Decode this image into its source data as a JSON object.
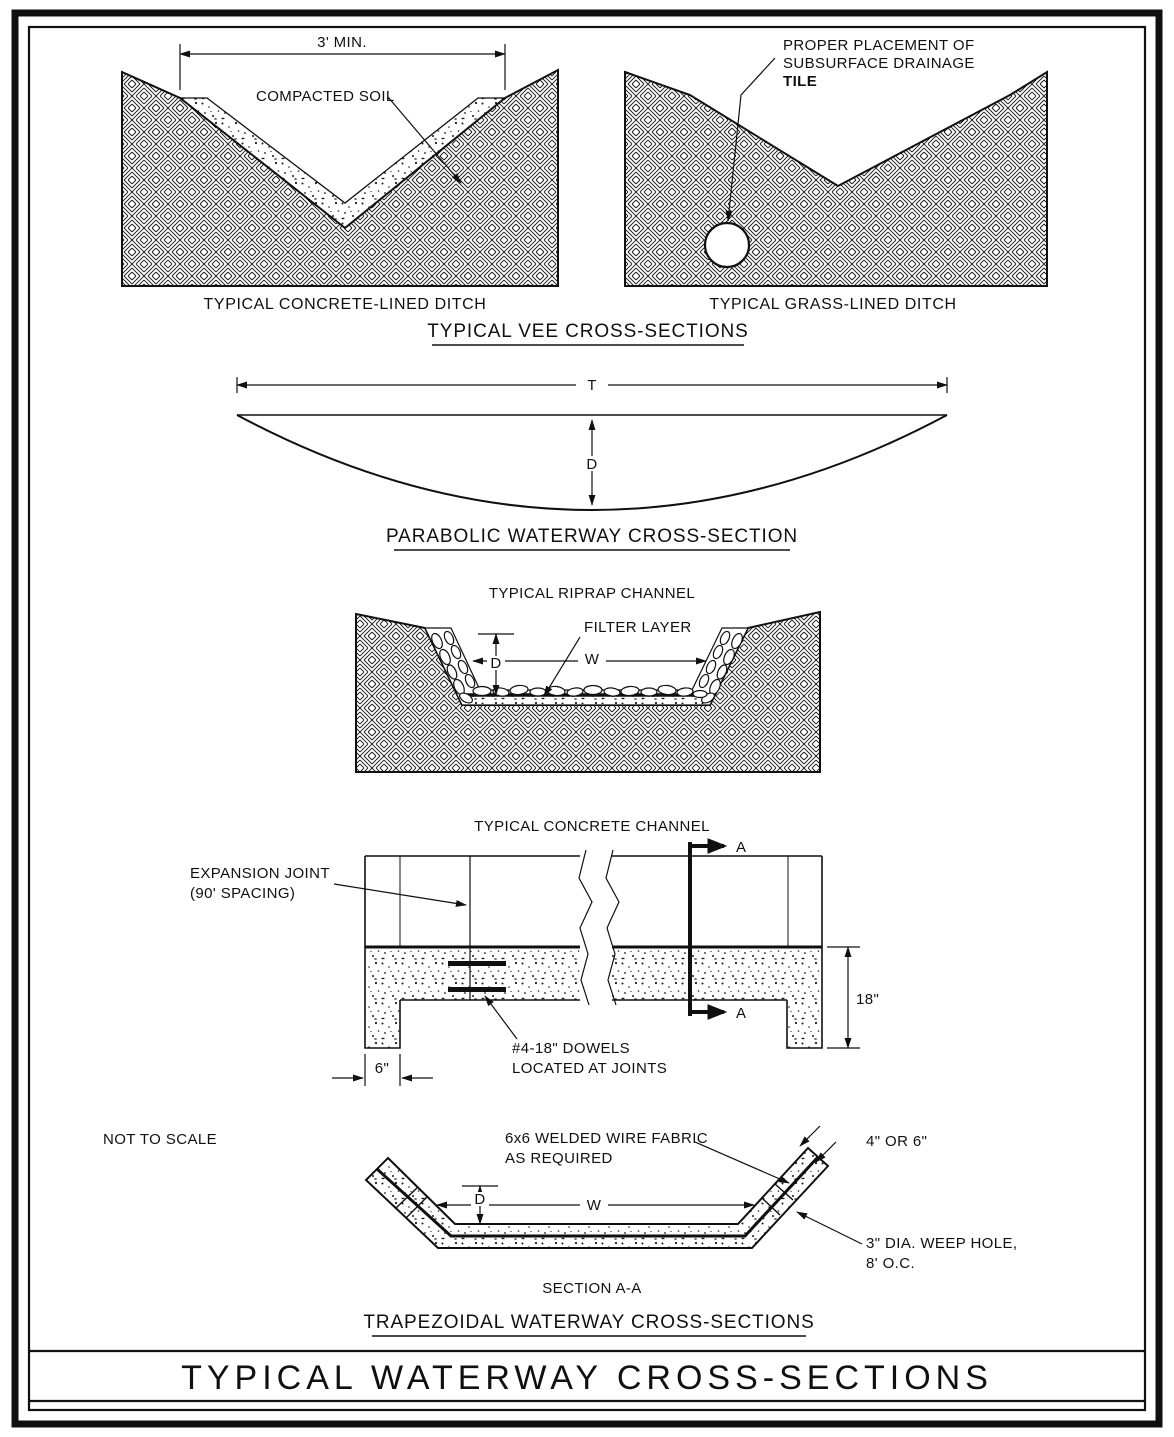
{
  "colors": {
    "ink": "#101010",
    "paper": "#ffffff"
  },
  "title_block": {
    "title": "TYPICAL WATERWAY CROSS-SECTIONS"
  },
  "vee": {
    "section_title": "TYPICAL VEE CROSS-SECTIONS",
    "concrete": {
      "caption": "TYPICAL CONCRETE-LINED DITCH",
      "dim_width": "3' MIN.",
      "soil_label": "COMPACTED SOIL"
    },
    "grass": {
      "caption": "TYPICAL GRASS-LINED DITCH",
      "tile_label_1": "PROPER PLACEMENT OF",
      "tile_label_2": "SUBSURFACE DRAINAGE",
      "tile_label_3": "TILE"
    }
  },
  "parabolic": {
    "caption": "PARABOLIC WATERWAY CROSS-SECTION",
    "dim_top": "T",
    "dim_depth": "D"
  },
  "riprap": {
    "title": "TYPICAL RIPRAP CHANNEL",
    "filter_label": "FILTER LAYER",
    "dim_depth": "D",
    "dim_width": "W"
  },
  "concrete_channel": {
    "title": "TYPICAL CONCRETE CHANNEL",
    "joint_label_1": "EXPANSION JOINT",
    "joint_label_2": "(90' SPACING)",
    "dowel_label_1": "#4-18\" DOWELS",
    "dowel_label_2": "LOCATED AT JOINTS",
    "dim_thickness": "18\"",
    "dim_wall": "6\"",
    "cut_marker": "A"
  },
  "trapezoidal": {
    "scale_note": "NOT TO SCALE",
    "fabric_label_1": "6x6 WELDED WIRE FABRIC",
    "fabric_label_2": "AS REQUIRED",
    "dim_slab": "4\" OR 6\"",
    "weep_label_1": "3\" DIA. WEEP HOLE,",
    "weep_label_2": "8' O.C.",
    "dim_depth": "D",
    "dim_width": "W",
    "section_caption": "SECTION A-A",
    "caption": "TRAPEZOIDAL WATERWAY CROSS-SECTIONS"
  }
}
